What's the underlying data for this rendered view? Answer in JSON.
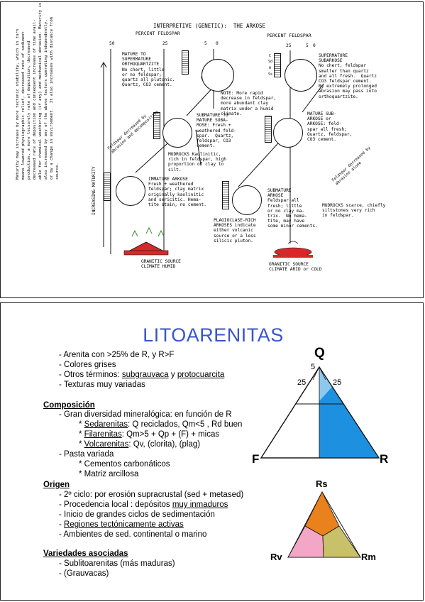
{
  "slide1": {
    "title": "INTERPRETIVE (GENETIC):  THE ARKOSE",
    "left_axis_header": "PERCENT FELDSPAR",
    "right_axis_header": "PERCENT FELDSPAR",
    "left_ticks": [
      "50",
      "25",
      "5",
      "0"
    ],
    "right_ticks": [
      "25",
      "5",
      "0"
    ],
    "bar_labels": [
      "C",
      "Sd",
      "A",
      "Ss"
    ],
    "maturity_axis": "INCREASING MATURITY",
    "vertical_note": "Maturity may increase by more tectonic stability, which in turn\nmeans lowered physiographic relief, decreased rate of sediment\nproduction, a more leisurely rate of deposition, decreased\ndecreased rate of deposition and consequent increase of time avail-\nable for chemical weathering (if any) and mechanical abrasion. Maturity is\nalso increased by any of the above factors operating independently,\nor by a change in environment.  It also increases with distance from\nsource.",
    "diag1": "Feldspar decreased by\nabrasion and decomposition",
    "diag2": "Feldspar decreased by\nabrasion alone",
    "notes": {
      "mature": "MATURE TO\nSUPERMATURE\nORTHOQUARTZITE\nNo chert, little\nor no feldspar;\nquartz all plutonic.\nQuartz, CO3 cement.",
      "note_rapid": "NOTE: More rapid\ndecrease in feldspar,\nmore abundant clay\nmatrix under a humid\nclimate.",
      "supermature": "SUPERMATURE\nSUBARKOSE\nNo chert; feldspar\nsmaller than quartz\nand all fresh.  Quartz\nCO3 feldspar cement.\nBy extremely prolonged\nabrasion may pass into\northoquartzite.",
      "submature_sub": "SUBMATURE TO\nMATURE SUBA-\nROSE: Fresh +\nweathered feld-\nspar.  Quartz,\nfeldspar, CO3\ncement.",
      "mature_sub": "MATURE SUB-\nARKOSE or\nARKOSE: feld-\nspar all fresh;\nQuartz, feldspar,\nCO3 cement.",
      "mudrocks1": "MUDROCKS Kaolinitic,\nrich in feldspar, high\nproportion of clay to\nsilt.",
      "immature": "IMMATURE ARKOSE\nFresh + weathered\nfeldspar; clay matrix\noriginally kaolinitic\nand sericitic. Hema-\ntite stain, no cement.",
      "submature_ark": "SUBMATURE\nARKOSE\nFeldspar all\nfresh; little\nor no clay ma-\ntrix.  No hema-\ntite, may have\nsome minor cements.",
      "plagioclase": "PLAGIOCLASE-RICH\nARKOSES indicate\neither volcanic\nsource or a less\nsilicic pluton.",
      "mudrocks2": "MUDROCKS scarce, chiefly\nsiltstones very rich\nin feldspar.",
      "source1": "GRANITIC SOURCE\nCLIMATE HUMID",
      "source2": "GRANITIC SOURCE\nCLIMATE ARID or COLD"
    }
  },
  "slide2": {
    "title": "LITOARENITAS",
    "bullets_top": [
      "- Arenita con >25% de R, y R>F",
      "- Colores grises",
      "- Otros términos: ",
      "- Texturas muy variadas"
    ],
    "otros_terms": [
      "subgrauvaca",
      " y ",
      "protocuarcita"
    ],
    "composicion_heading": "Composición",
    "composicion_lines": [
      "- Gran diversidad mineralógica: en función de R",
      "* Sedarenitas: Q reciclados, Qm<5 , Rd buen",
      "* Filarenitas: Qm>5 + Qp + (F) + micas",
      "* Volcarenitas: Qv, (clorita), (plag)",
      "- Pasta variada",
      "* Cementos carbonáticos",
      "* Matriz arcillosa"
    ],
    "sub_terms": {
      "sed": "Sedarenitas",
      "sed_rest": ": Q reciclados, Qm<5 , Rd buen",
      "fil": "Filarenitas",
      "fil_rest": ": Qm>5 + Qp + (F) + micas",
      "vol": "Volcarenitas",
      "vol_rest": ": Qv, (clorita), (plag)"
    },
    "origen_heading": "Origen",
    "origen_lines": [
      "- 2º ciclo: por erosión supracrustal (sed + metased)",
      "- Procedencia local : depósitos ",
      "- Inicio de grandes ciclos de sedimentación",
      "- Regiones tectónicamente activas",
      "- Ambientes de sed. continental o marino"
    ],
    "muy_inmaduros": "muy inmaduros",
    "variedades_heading": "Variedades asociadas",
    "variedades_lines": [
      "- Sublitoarenitas (más maduras)",
      "- (Grauvacas)"
    ],
    "qfr": {
      "q": "Q",
      "f": "F",
      "r": "R",
      "n5": "5",
      "n25a": "25",
      "n25b": "25"
    },
    "rsrvrm": {
      "rs": "Rs",
      "rv": "Rv",
      "rm": "Rm"
    },
    "colors": {
      "title": "#3a55c8",
      "r_field": "#1e90e0",
      "light_field": "#8ec8ee",
      "rs": "#e9811c",
      "rv": "#f3a6c6",
      "rm": "#c9c06a",
      "red_sketch": "#d8282a"
    }
  }
}
